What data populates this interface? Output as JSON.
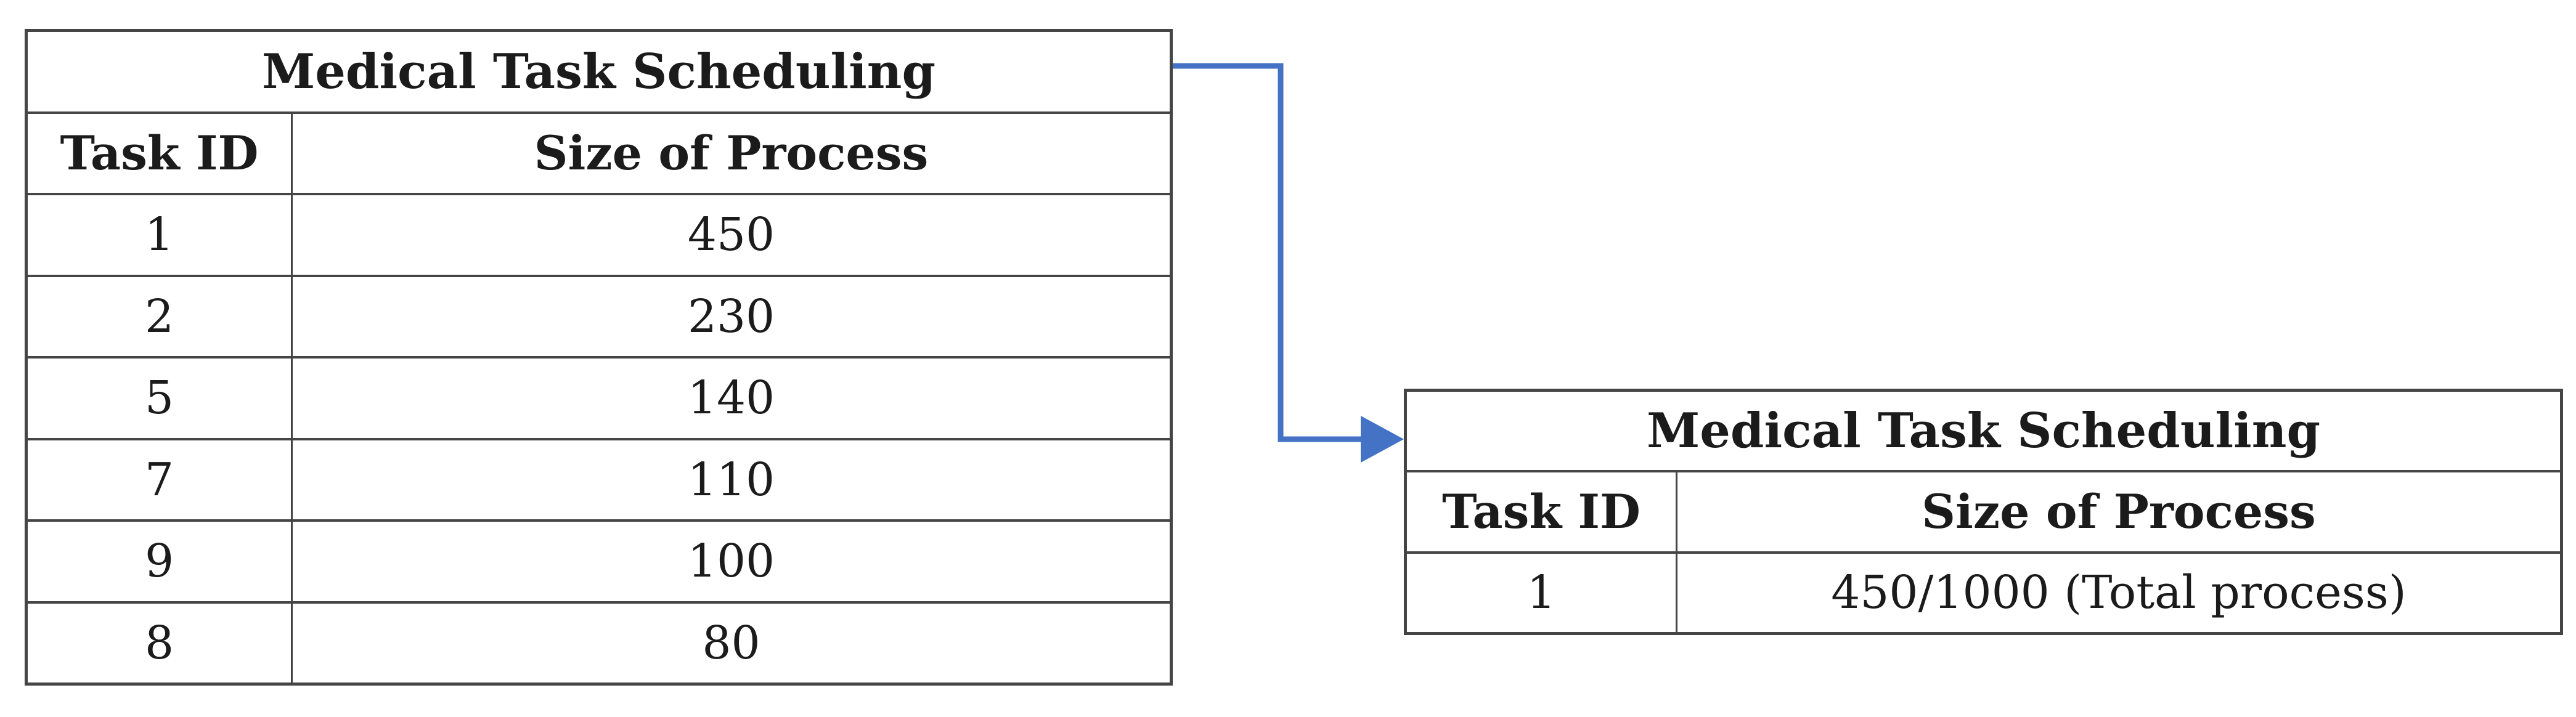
{
  "colors": {
    "arrow_blue": "#4472c4",
    "table_border": "#454545",
    "text_color": "#1b1b1b",
    "background": "#ffffff"
  },
  "left_table": {
    "title": "Medical Task Scheduling",
    "columns": [
      "Task ID",
      "Size of Process"
    ],
    "rows": [
      {
        "task_id": "1",
        "size_of_process": "450"
      },
      {
        "task_id": "2",
        "size_of_process": "230"
      },
      {
        "task_id": "5",
        "size_of_process": "140"
      },
      {
        "task_id": "7",
        "size_of_process": "110"
      },
      {
        "task_id": "9",
        "size_of_process": "100"
      },
      {
        "task_id": "8",
        "size_of_process": "80"
      }
    ]
  },
  "right_table": {
    "title": "Medical Task Scheduling",
    "columns": [
      "Task ID",
      "Size of Process"
    ],
    "rows": [
      {
        "task_id": "1",
        "size_of_process": "450/1000 (Total process)"
      }
    ]
  }
}
